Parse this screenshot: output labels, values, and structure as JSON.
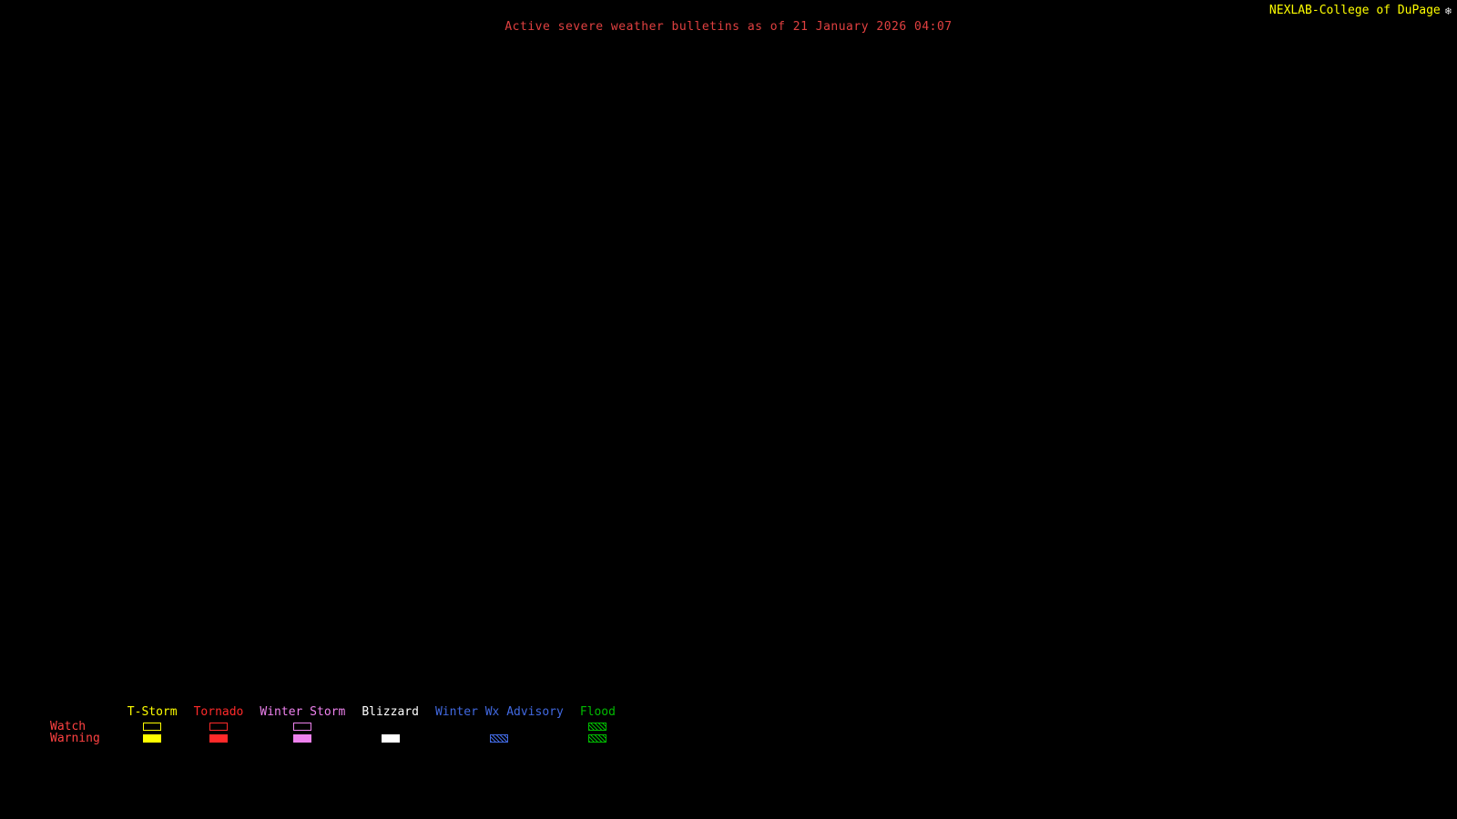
{
  "header": {
    "title": "Active severe weather bulletins as of 21 January 2026 04:07",
    "brand": "NEXLAB-College of DuPage",
    "brand_icon_glyph": "❄"
  },
  "colors": {
    "background": "#000000",
    "title": "#e04040",
    "brand": "#ffff00",
    "brand_icon": "#e8e8e8",
    "row_labels": "#ff4242"
  },
  "legend": {
    "watch_label": "Watch",
    "warning_label": "Warning",
    "items": [
      {
        "label": "T-Storm",
        "color": "#ffff00",
        "watch": "outline",
        "warning": "solid"
      },
      {
        "label": "Tornado",
        "color": "#ff2a2a",
        "watch": "outline",
        "warning": "solid"
      },
      {
        "label": "Winter Storm",
        "color": "#ee82ee",
        "watch": "outline",
        "warning": "solid"
      },
      {
        "label": "Blizzard",
        "color": "#ffffff",
        "watch": "none",
        "warning": "solid"
      },
      {
        "label": "Winter Wx Advisory",
        "color": "#4169e1",
        "watch": "none",
        "warning": "hatched"
      },
      {
        "label": "Flood",
        "color": "#00bb00",
        "watch": "hatched",
        "warning": "hatched"
      }
    ]
  }
}
